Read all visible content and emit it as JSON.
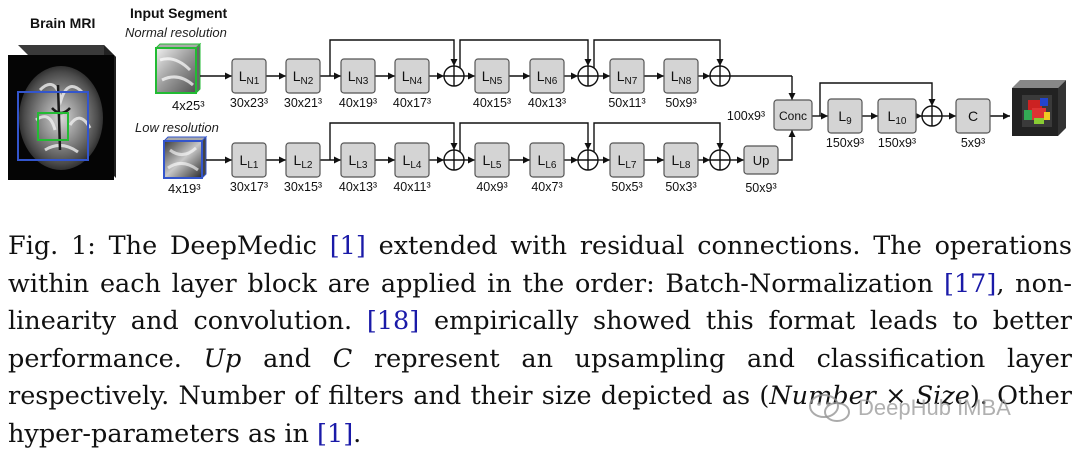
{
  "diagram": {
    "brain_title": "Brain MRI",
    "input_title": "Input Segment",
    "normal_title": "Normal resolution",
    "low_title": "Low resolution",
    "top_layers": [
      {
        "id": "LN1",
        "main": "L",
        "sub": "N1",
        "size": "30x23³"
      },
      {
        "id": "LN2",
        "main": "L",
        "sub": "N2",
        "size": "30x21³"
      },
      {
        "id": "LN3",
        "main": "L",
        "sub": "N3",
        "size": "40x19³"
      },
      {
        "id": "LN4",
        "main": "L",
        "sub": "N4",
        "size": "40x17³"
      },
      {
        "id": "LN5",
        "main": "L",
        "sub": "N5",
        "size": "40x15³"
      },
      {
        "id": "LN6",
        "main": "L",
        "sub": "N6",
        "size": "40x13³"
      },
      {
        "id": "LN7",
        "main": "L",
        "sub": "N7",
        "size": "50x11³"
      },
      {
        "id": "LN8",
        "main": "L",
        "sub": "N8",
        "size": "50x9³"
      }
    ],
    "bottom_layers": [
      {
        "id": "LL1",
        "main": "L",
        "sub": "L1",
        "size": "30x17³"
      },
      {
        "id": "LL2",
        "main": "L",
        "sub": "L2",
        "size": "30x15³"
      },
      {
        "id": "LL3",
        "main": "L",
        "sub": "L3",
        "size": "40x13³"
      },
      {
        "id": "LL4",
        "main": "L",
        "sub": "L4",
        "size": "40x11³"
      },
      {
        "id": "LL5",
        "main": "L",
        "sub": "L5",
        "size": "40x9³"
      },
      {
        "id": "LL6",
        "main": "L",
        "sub": "L6",
        "size": "40x7³"
      },
      {
        "id": "LL7",
        "main": "L",
        "sub": "L7",
        "size": "50x5³"
      },
      {
        "id": "LL8",
        "main": "L",
        "sub": "L8",
        "size": "50x3³"
      }
    ],
    "top_input_size": "4x25³",
    "bottom_input_size": "4x19³",
    "up": {
      "label": "Up",
      "size": "50x9³"
    },
    "conc": {
      "label": "Conc",
      "size": "100x9³"
    },
    "l9": {
      "main": "L",
      "sub": "9",
      "size": "150x9³"
    },
    "l10": {
      "main": "L",
      "sub": "10",
      "size": "150x9³"
    },
    "c": {
      "label": "C",
      "size": "5x9³"
    }
  },
  "caption": {
    "p1": "Fig. 1: The DeepMedic ",
    "ref1": "[1]",
    "p2": " extended with residual connections. The operations within each layer block are applied in the order: Batch-Normalization ",
    "ref17": "[17]",
    "p3": ", non-linearity and convolution. ",
    "ref18": "[18]",
    "p4": " empirically showed this format leads to better performance. ",
    "up_em": "Up",
    "p5": " and ",
    "c_em": "C",
    "p6": " represent an upsampling and classification layer respectively. Number of filters and their size depicted as (",
    "number_em": "Number",
    "times": " × ",
    "size_em": "Size",
    "p7": "). Other hyper-parameters as in ",
    "ref1b": "[1]",
    "p8": "."
  },
  "watermark": {
    "text": "DeepHub IMBA"
  },
  "colors": {
    "box_fill": "#d4d4d4",
    "box_stroke": "#555555",
    "roi_blue": "#3355cc",
    "roi_green": "#22bb33",
    "link": "#1a1aa8"
  }
}
